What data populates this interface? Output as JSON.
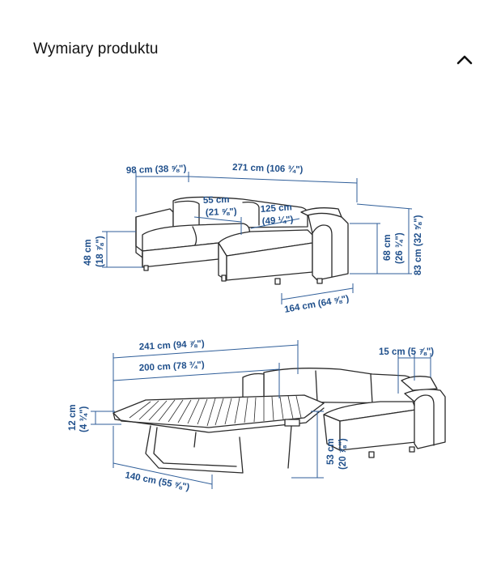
{
  "header": {
    "title": "Wymiary produktu",
    "collapse_icon": "chevron-up-icon"
  },
  "diagram_top": {
    "width_left": "98 cm (38 ⅝\")",
    "width_total": "271 cm (106 ¾\")",
    "seat_depth_a": "55 cm",
    "seat_depth_b": "(21 ⅝\")",
    "chaise_depth_a": "125 cm",
    "chaise_depth_b": "(49 ¼\")",
    "seat_height": "48 cm",
    "seat_height_in": "(18 ⅞\")",
    "arm_height": "68 cm",
    "arm_height_in": "(26 ¾\")",
    "total_height": "83 cm (32 ⅝\")",
    "chaise_width": "164 cm (64 ⅝\")"
  },
  "diagram_bottom": {
    "bed_length_total": "241 cm (94 ⅞\")",
    "bed_length": "200 cm (78 ¾\")",
    "arm_width": "15 cm (5 ⅞\")",
    "mattress_thickness": "12 cm",
    "mattress_thickness_in": "(4 ¾\")",
    "bed_height": "53 cm",
    "bed_height_in": "(20 ⅞\")",
    "bed_width": "140 cm (55 ⅝\")"
  }
}
